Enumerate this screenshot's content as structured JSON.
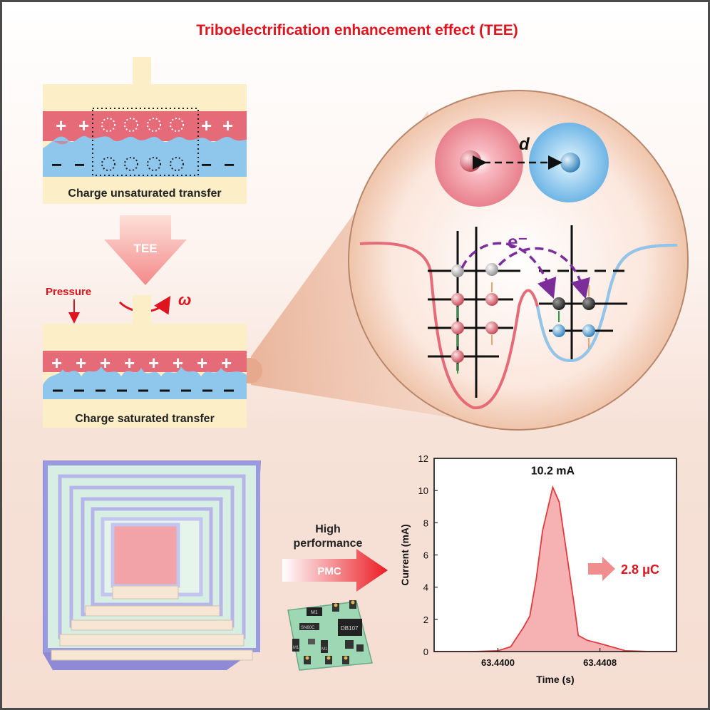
{
  "title": "Triboelectrification enhancement effect (TEE)",
  "top_panel": {
    "caption": "Charge unsaturated transfer",
    "plus": "+",
    "minus": "−"
  },
  "arrow": {
    "label": "TEE"
  },
  "pressure_label": "Pressure",
  "omega_label": "ω",
  "bottom_panel": {
    "caption": "Charge saturated transfer"
  },
  "circle": {
    "distance_label": "d",
    "electron_label": "e⁻"
  },
  "middle": {
    "high_performance": [
      "High",
      "performance"
    ],
    "pmc_label": "PMC",
    "chip_labels": [
      "M1",
      "DB107",
      "SN60C",
      "M1",
      "M1"
    ]
  },
  "colors": {
    "red": "#e0141e",
    "positive_layer": "#e56b78",
    "negative_layer": "#8fc6ec",
    "electrode": "#fcefc8",
    "chart_fill": "#f5a9ab",
    "chart_line": "#e23a3e"
  },
  "chart_data": {
    "type": "area",
    "xlabel": "Time (s)",
    "ylabel": "Current (mA)",
    "ylim": [
      0,
      12
    ],
    "xlim": [
      63.4395,
      63.4414
    ],
    "yticks": [
      0,
      2,
      4,
      6,
      8,
      10,
      12
    ],
    "xticks": [
      63.44,
      63.4408
    ],
    "xtick_labels": [
      "63.4400",
      "63.4408"
    ],
    "peak_label": "10.2 mA",
    "charge_label": "2.8 μC",
    "series": [
      {
        "x": [
          63.4395,
          63.4398,
          63.44,
          63.4401,
          63.4402,
          63.44025,
          63.4403,
          63.44035,
          63.4404,
          63.44043,
          63.44048,
          63.44055,
          63.4406,
          63.44063,
          63.4407,
          63.4408,
          63.441,
          63.4412,
          63.4414
        ],
        "y": [
          0,
          0,
          0.05,
          0.3,
          1.5,
          2.2,
          4.5,
          7.5,
          9.2,
          10.2,
          9.3,
          5.5,
          2.8,
          1.0,
          0.7,
          0.5,
          0.05,
          0,
          0
        ]
      }
    ]
  }
}
